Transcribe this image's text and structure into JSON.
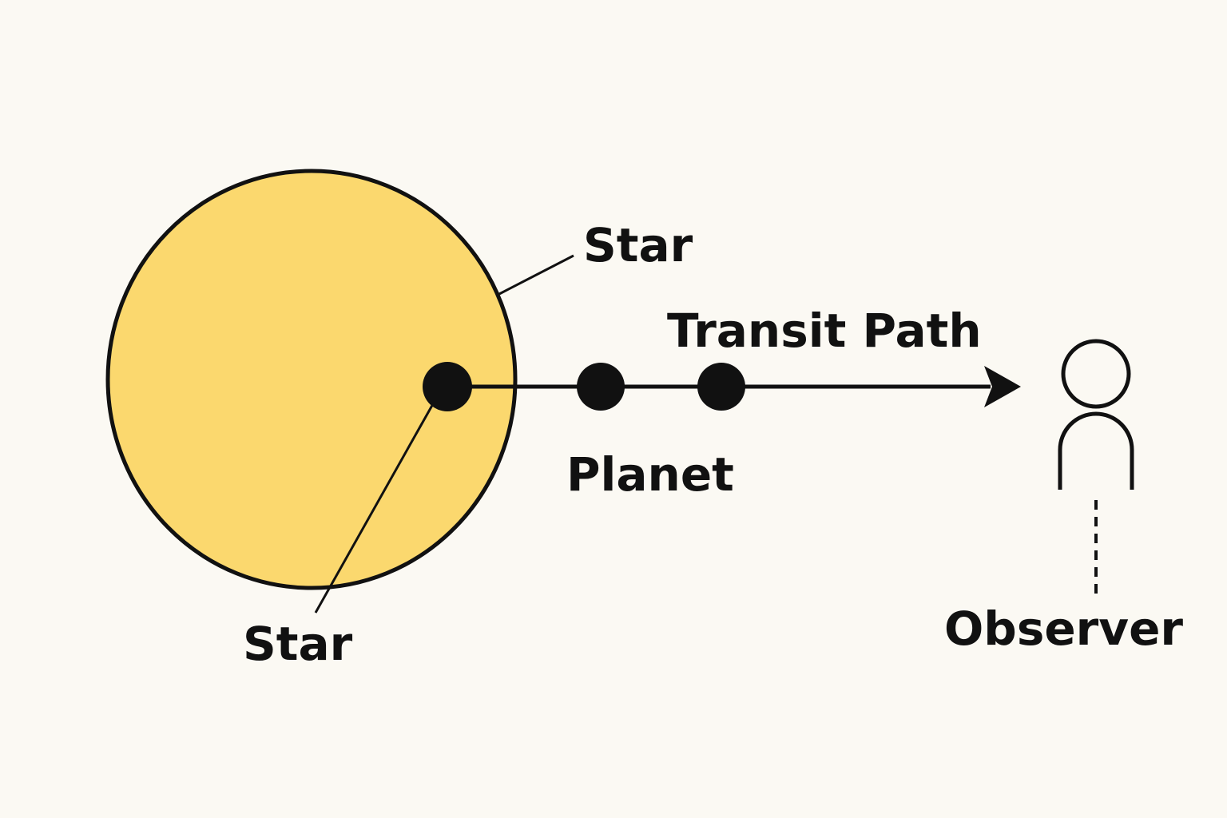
{
  "labels": {
    "star_top": "Star",
    "transit_path": "Transit Path",
    "planet": "Planet",
    "star_bottom": "Star",
    "observer": "Observer"
  },
  "colors": {
    "background": "#fbf9f3",
    "star_fill": "#fbd86e",
    "ink": "#111111"
  },
  "icons": {
    "observer": "person-outline-icon"
  }
}
